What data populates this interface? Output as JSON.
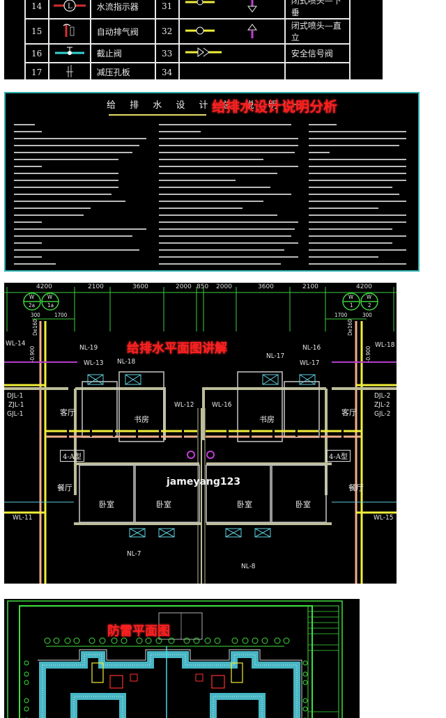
{
  "legend_table": {
    "rows": [
      {
        "left_no": "14",
        "left_symbol": "water-flow-indicator-symbol",
        "left_name": "水流指示器",
        "right_no": "31",
        "right_symbol": "closed-sprinkler-pendent-symbol",
        "right_name": "闭式喷头—下垂"
      },
      {
        "left_no": "15",
        "left_symbol": "auto-air-vent-valve-symbol",
        "left_name": "自动排气阀",
        "right_no": "32",
        "right_symbol": "closed-sprinkler-upright-symbol",
        "right_name": "闭式喷头—直立"
      },
      {
        "left_no": "16",
        "left_symbol": "stop-valve-symbol",
        "left_name": "截止阀",
        "right_no": "33",
        "right_symbol": "safety-signal-valve-symbol",
        "right_name": "安全信号阀"
      },
      {
        "left_no": "17",
        "left_symbol": "pressure-reducing-orifice-symbol",
        "left_name": "减压孔板",
        "right_no": "34",
        "right_symbol": "",
        "right_name": ""
      }
    ]
  },
  "design_notes_panel": {
    "sheet_title": "给 排 水 设 计 总 说 明(一",
    "overlay_caption": "给排水设计说明分析",
    "overlay_color": "#ff1f1f",
    "border_color": "#2fb0b0"
  },
  "plumbing_plan_panel": {
    "overlay_caption": "给排水平面图讲解",
    "watermark": "jameyang123",
    "dimensions_top": [
      "4200",
      "2100",
      "3600",
      "2000",
      "850",
      "2000",
      "3600",
      "2100",
      "4200"
    ],
    "sub_dims_left": [
      "300",
      "1700"
    ],
    "sub_dims_right": [
      "1700",
      "300"
    ],
    "axis_bubbles_left": [
      {
        "top": "W",
        "bottom": "2a"
      },
      {
        "top": "W",
        "bottom": "1a"
      }
    ],
    "axis_bubbles_right": [
      {
        "top": "W",
        "bottom": "1"
      },
      {
        "top": "W",
        "bottom": "2"
      }
    ],
    "pipe_labels": [
      "WL-14",
      "NL-19",
      "WL-13",
      "NL-18",
      "NL-17",
      "NL-16",
      "WL-17",
      "WL-18",
      "WL-12",
      "WL-16",
      "WL-11",
      "WL-15",
      "NL-7",
      "NL-8"
    ],
    "riser_labels_left": [
      "DJL-1",
      "ZJL-1",
      "GJL-1"
    ],
    "riser_labels_right": [
      "DJL-2",
      "ZJL-2",
      "GJL-2"
    ],
    "pipe_dn_labels": [
      "De160",
      "De160"
    ],
    "elevations": [
      "-0.900",
      "-0.900"
    ],
    "rooms": {
      "living": "客厅",
      "study": "书房",
      "dining": "餐厅",
      "bedroom": "卧室",
      "unit_type": "4-A型"
    }
  },
  "lightning_plan_panel": {
    "overlay_caption": "防雷平面图"
  }
}
